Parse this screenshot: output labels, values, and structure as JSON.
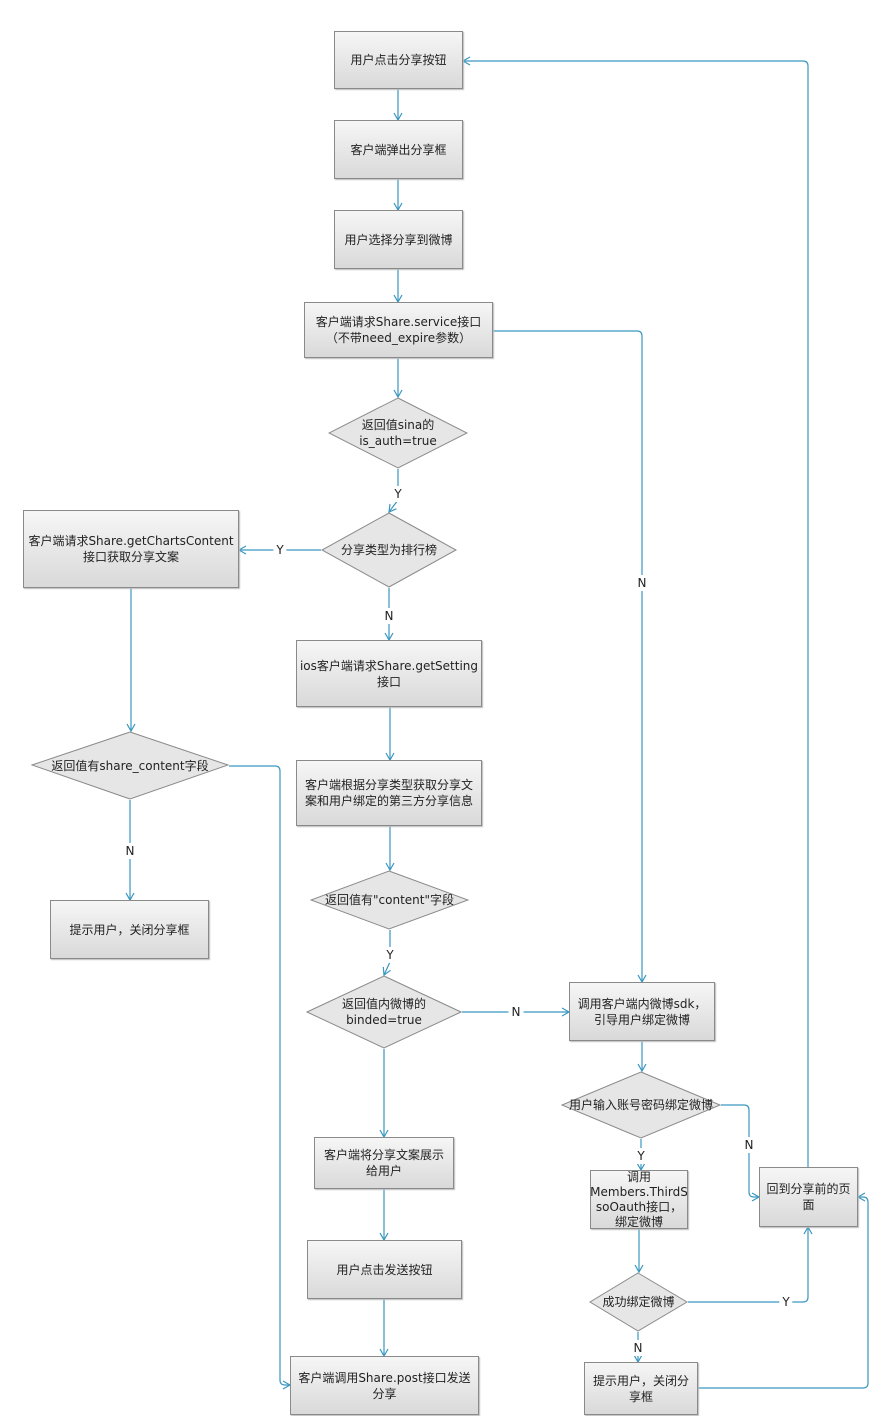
{
  "nodes": {
    "b1": "用户点击分享按钮",
    "b2": "客户端弹出分享框",
    "b3": "用户选择分享到微博",
    "b4": "客户端请求Share.service接口\n（不带need_expire参数）",
    "d1": "返回值sina的\nis_auth=true",
    "d2": "分享类型为排行榜",
    "b5": "客户端请求Share.getChartsContent\n接口获取分享文案",
    "b6": "ios客户端请求Share.getSetting\n接口",
    "b7": "客户端根据分享类型获取分享文\n案和用户绑定的第三方分享信息",
    "d3": "返回值有\"content\"字段",
    "d4": "返回值内微博的\nbinded=true",
    "b8": "调用客户端内微博sdk，\n引导用户绑定微博",
    "d5": "返回值有share_content字段",
    "b9": "提示用户，关闭分享框",
    "b10": "客户端将分享文案展示\n给用户",
    "b11": "用户点击发送按钮",
    "b12": "客户端调用Share.post接口发送\n分享",
    "d6": "用户输入账号密码绑定微博",
    "b13": "调用\nMembers.ThirdS\nsoOauth接口，\n绑定微博",
    "d7": "成功绑定微博",
    "b14": "提示用户，关闭分\n享框",
    "b15": "回到分享前的页\n面"
  },
  "labels": {
    "d1_yes": "Y",
    "d2_yes": "Y",
    "d2_no": "N",
    "b4_no": "N",
    "d3_yes": "Y",
    "d4_no": "N",
    "d5_no": "N",
    "d6_yes": "Y",
    "d6_no": "N",
    "d7_yes": "Y",
    "d7_no": "N"
  },
  "colors": {
    "edge": "#3a97c0",
    "box_border": "#8a8a8a"
  }
}
